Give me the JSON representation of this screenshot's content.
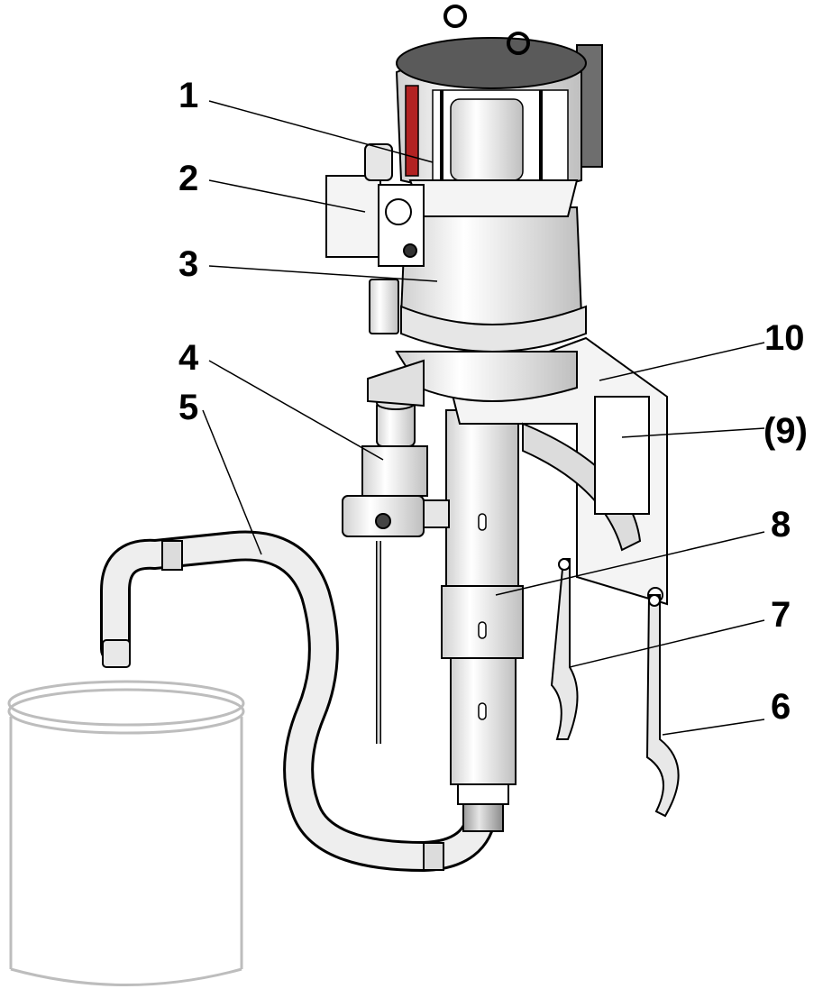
{
  "callouts": [
    {
      "id": "1",
      "label": "1"
    },
    {
      "id": "2",
      "label": "2"
    },
    {
      "id": "3",
      "label": "3"
    },
    {
      "id": "4",
      "label": "4"
    },
    {
      "id": "5",
      "label": "5"
    },
    {
      "id": "6",
      "label": "6"
    },
    {
      "id": "7",
      "label": "7"
    },
    {
      "id": "8",
      "label": "8"
    },
    {
      "id": "9",
      "label": "(9)"
    },
    {
      "id": "10",
      "label": "10"
    }
  ],
  "colors": {
    "line": "#000000",
    "fill_light": "#f2f2f2",
    "fill_mid": "#d9d9d9",
    "fill_dark": "#6e6e6e",
    "accent_red": "#b22222",
    "bucket": "#bdbdbd"
  }
}
